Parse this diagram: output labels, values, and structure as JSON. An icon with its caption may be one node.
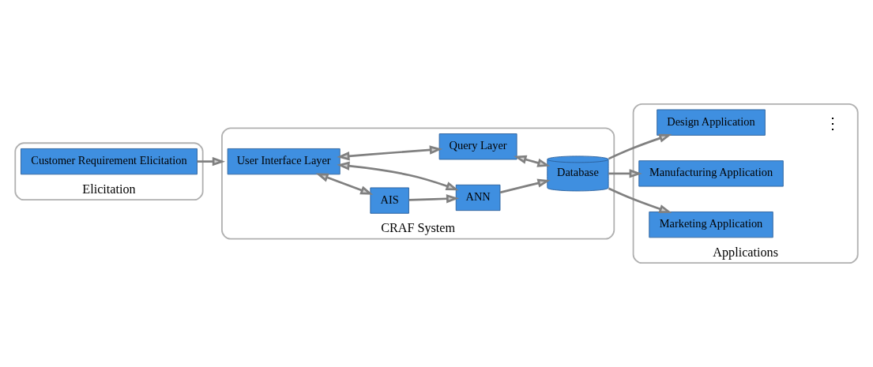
{
  "diagram": {
    "nodes": [
      {
        "text": [
          "Elicitation"
        ]
      },
      {
        "text": [
          "Customer Requirement Elicitation"
        ],
        "in": 0
      },
      {
        "text": [
          "CRAF System"
        ]
      },
      {
        "text": [
          "User Interface Layer"
        ],
        "in": 2
      },
      {
        "text": [
          "AIS"
        ],
        "in": 2
      },
      {
        "text": [
          "ANN"
        ],
        "in": 2
      },
      {
        "text": [
          "Query Layer"
        ],
        "in": 2
      },
      {
        "text": [
          "Database"
        ],
        "in": 2
      },
      {
        "text": [
          "Applications"
        ]
      },
      {
        "text": [
          "Design Application"
        ],
        "in": 8
      },
      {
        "text": [
          "Manufacturing Application"
        ],
        "in": 8
      },
      {
        "text": [
          "Marketing Application"
        ],
        "in": 8
      }
    ],
    "edges": [
      {
        "from": 1,
        "to": 2,
        "arrow": "to"
      },
      {
        "from": 3,
        "to": 4,
        "arrow": "both"
      },
      {
        "from": 3,
        "to": 5,
        "arrow": "both"
      },
      {
        "from": 3,
        "to": 6,
        "arrow": "both"
      },
      {
        "from": 6,
        "to": 7,
        "arrow": "both"
      },
      {
        "from": 4,
        "to": 5,
        "arrow": "to"
      },
      {
        "from": 5,
        "to": 7,
        "arrow": "to"
      },
      {
        "from": 7,
        "to": 9,
        "arrow": "to"
      },
      {
        "from": 7,
        "to": 10,
        "arrow": "to"
      },
      {
        "from": 7,
        "to": 11,
        "arrow": "to"
      }
    ],
    "labels": [
      "⋮"
    ]
  }
}
